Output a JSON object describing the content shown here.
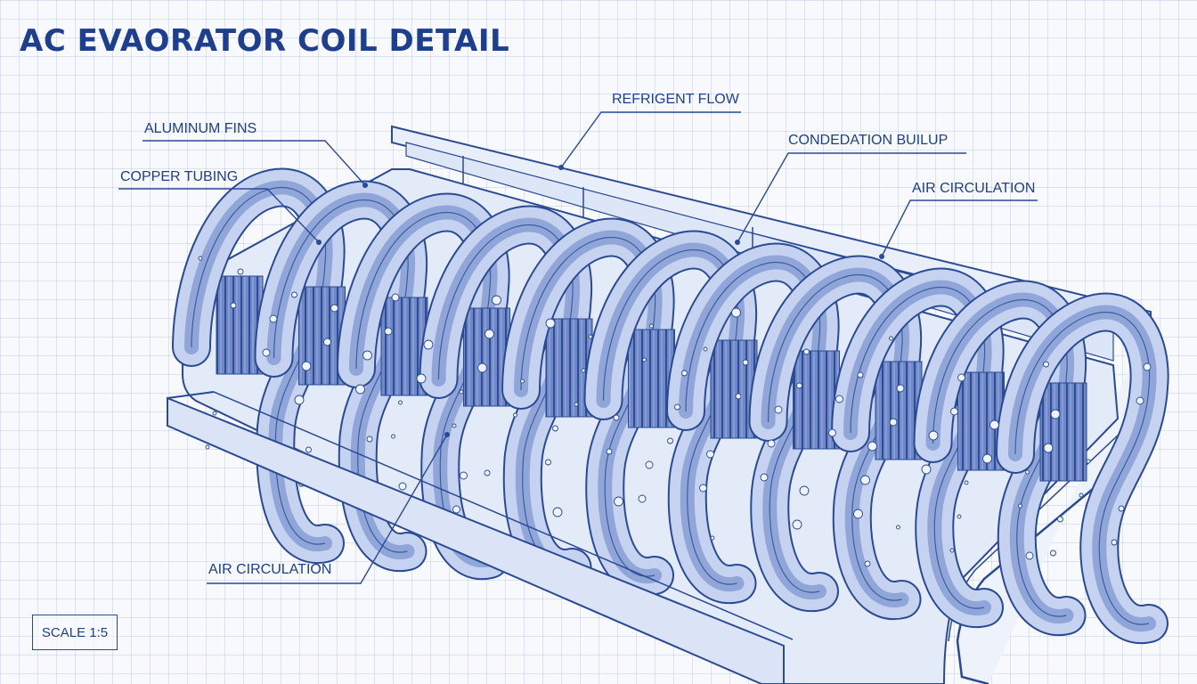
{
  "title": "AC EVAORATOR COIL DETAIL",
  "labels": {
    "aluminum_fins": "ALUMINUM FINS",
    "copper_tubing": "COPPER TUBING",
    "refrigerant_flow": "REFRIGENT FLOW",
    "condensation": "CONDEDATION BUILUP",
    "air_circulation_right": "AIR CIRCULATION",
    "air_circulation_bottom": "AIR CIRCULATION"
  },
  "scale": "SCALE 1:5",
  "colors": {
    "line": "#2a4a94",
    "coil_fill": "#c5d3f0",
    "coil_shade": "#7e97d2",
    "background": "#f7f9fd"
  }
}
